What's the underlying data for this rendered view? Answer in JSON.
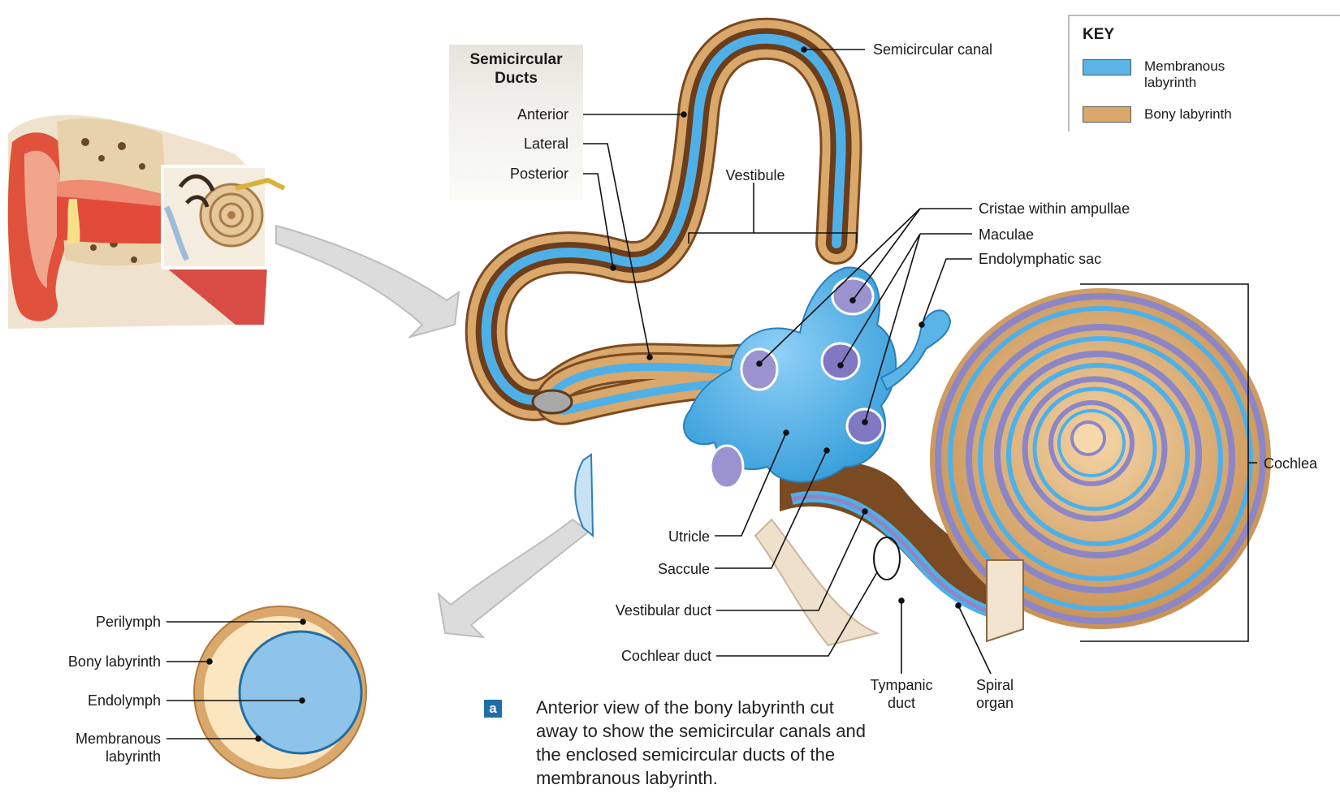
{
  "ducts_box": {
    "title": "Semicircular Ducts",
    "items": [
      "Anterior",
      "Lateral",
      "Posterior"
    ]
  },
  "key": {
    "title": "KEY",
    "items": [
      {
        "label": "Membranous labyrinth",
        "color": "#5ab4e6"
      },
      {
        "label": "Bony labyrinth",
        "color": "#d9a86a"
      }
    ]
  },
  "labels": {
    "semicircular_canal": "Semicircular canal",
    "vestibule": "Vestibule",
    "cristae": "Cristae within ampullae",
    "maculae": "Maculae",
    "endolymphatic_sac": "Endolymphatic sac",
    "cochlea": "Cochlea",
    "utricle": "Utricle",
    "saccule": "Saccule",
    "vestibular_duct": "Vestibular duct",
    "cochlear_duct": "Cochlear duct",
    "tympanic_duct": "Tympanic duct",
    "spiral_organ": "Spiral organ"
  },
  "cross_section": {
    "perilymph": "Perilymph",
    "bony_labyrinth": "Bony labyrinth",
    "endolymph": "Endolymph",
    "membranous_labyrinth": "Membranous labyrinth"
  },
  "caption": {
    "badge": "a",
    "text": "Anterior view of the bony labyrinth cut away to show the semicircular canals and the enclosed semicircular ducts of the membranous labyrinth."
  },
  "colors": {
    "membranous": "#4fb0e8",
    "bony": "#d9a86a",
    "bony_dark": "#7a4a22",
    "perilymph": "#fbe6c0",
    "endolymph": "#8fc4ea",
    "spiral_purple": "#8d86c6",
    "leader": "#111111"
  }
}
